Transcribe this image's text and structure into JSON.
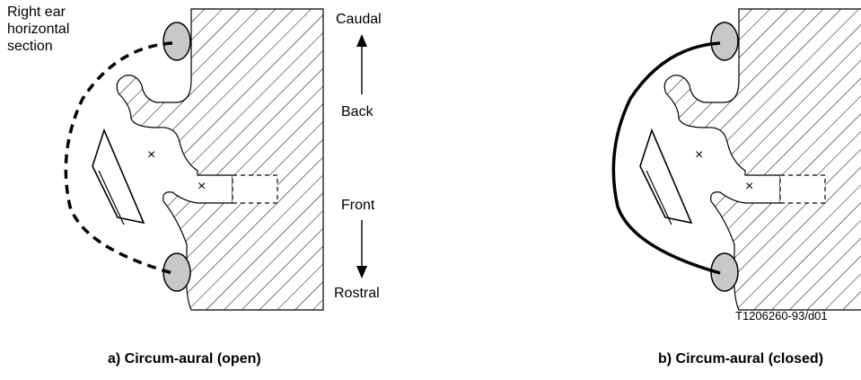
{
  "labels": {
    "section_lines": [
      "Right ear",
      "horizontal",
      "section"
    ],
    "caudal": "Caudal",
    "back": "Back",
    "front": "Front",
    "rostral": "Rostral"
  },
  "captions": {
    "open": "a) Circum-aural (open)",
    "closed": "b) Circum-aural (closed)"
  },
  "figure_code": "T1206260-93/d01",
  "markers": {
    "cross": "×"
  },
  "colors": {
    "cushion_fill": "#c8c8c8",
    "stroke": "#000000",
    "background": "#ffffff"
  }
}
